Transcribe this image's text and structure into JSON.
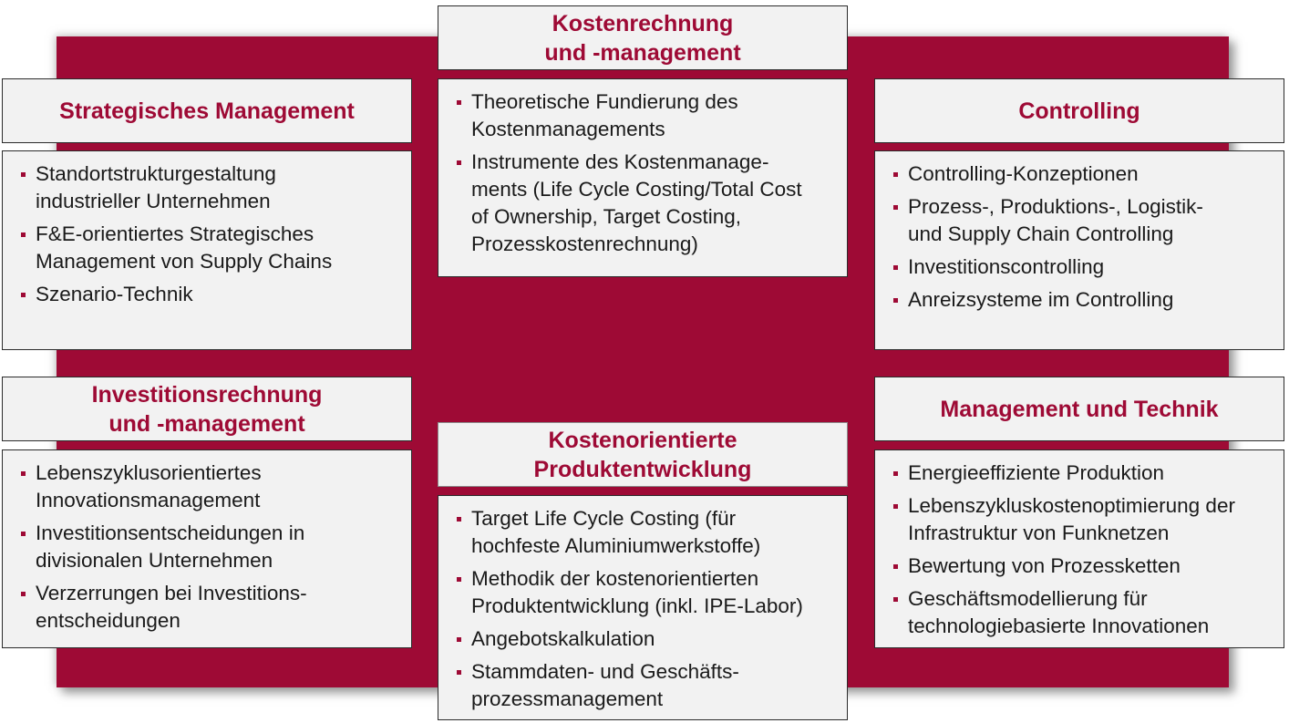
{
  "sections": {
    "kostenrechnung": {
      "title_line1": "Kostenrechnung",
      "title_line2": "und -management",
      "items": [
        "Theoretische Fundierung des\nKostenmanagements",
        "Instrumente des Kostenmanage-\nments (Life Cycle Costing/Total Cost\nof Ownership, Target Costing,\nProzesskostenrechnung)"
      ]
    },
    "strategisch": {
      "title": "Strategisches Management",
      "items": [
        "Standortstrukturgestaltung\nindustrieller Unternehmen",
        "F&E-orientiertes Strategisches\nManagement von Supply Chains",
        "Szenario-Technik"
      ]
    },
    "controlling": {
      "title": "Controlling",
      "items": [
        "Controlling-Konzeptionen",
        "Prozess-, Produktions-, Logistik-\nund Supply Chain Controlling",
        "Investitionscontrolling",
        "Anreizsysteme im Controlling"
      ]
    },
    "investition": {
      "title_line1": "Investitionsrechnung",
      "title_line2": "und -management",
      "items": [
        "Lebenszyklusorientiertes\nInnovationsmanagement",
        "Investitionsentscheidungen in\ndivisionalen Unternehmen",
        "Verzerrungen bei Investitions-\nentscheidungen"
      ]
    },
    "produktentwicklung": {
      "title_line1": "Kostenorientierte",
      "title_line2": "Produktentwicklung",
      "items": [
        "Target Life Cycle Costing (für\nhochfeste Aluminiumwerkstoffe)",
        "Methodik der kostenorientierten\nProduktentwicklung (inkl. IPE-Labor)",
        "Angebotskalkulation",
        "Stammdaten- und Geschäfts-\nprozessmanagement"
      ]
    },
    "technik": {
      "title": "Management und Technik",
      "items": [
        "Energieeffiziente Produktion",
        "Lebenszykluskostenoptimierung der\nInfrastruktur von Funknetzen",
        "Bewertung von Prozessketten",
        "Geschäftsmodellierung für\ntechnologiebasierte Innovationen"
      ]
    }
  },
  "colors": {
    "accent": "#9e0a35",
    "box_fill": "#f2f2f2",
    "text": "#1a1a1a"
  }
}
